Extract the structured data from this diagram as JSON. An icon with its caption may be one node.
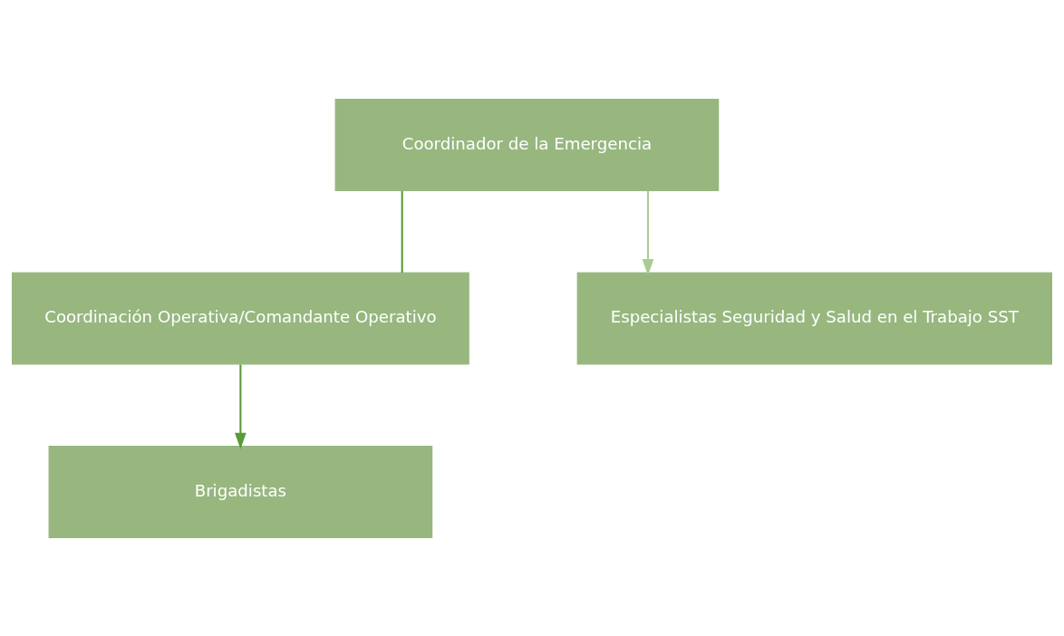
{
  "diagram": {
    "nodes": [
      {
        "text": [
          "Coordinador de la Emergencia"
        ]
      },
      {
        "text": [
          "Coordinación Operativa/Comandante Operativo"
        ]
      },
      {
        "text": [
          "Especialistas Seguridad y Salud en el Trabajo SST"
        ]
      },
      {
        "text": [
          "Brigadistas"
        ]
      }
    ],
    "edges": [
      {
        "from": 0,
        "to": 1,
        "arrow": "none"
      },
      {
        "from": 0,
        "to": 2,
        "arrow": "to",
        "color": "#a9cc94"
      },
      {
        "from": 1,
        "to": 3,
        "arrow": "to"
      }
    ]
  }
}
